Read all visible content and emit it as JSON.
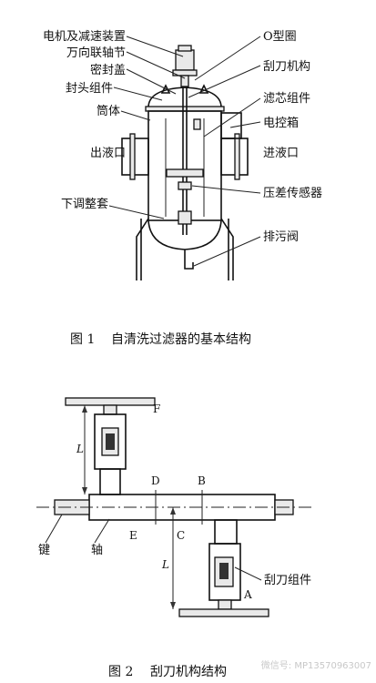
{
  "figure1": {
    "caption_num": "图 1",
    "caption_text": "自清洗过滤器的基本结构",
    "labels_left": {
      "motor": "电机及减速装置",
      "coupling": "万向联轴节",
      "seal_cover": "密封盖",
      "head_assembly": "封头组件",
      "barrel": "筒体",
      "outlet": "出液口",
      "lower_sleeve": "下调整套"
    },
    "labels_right": {
      "o_ring": "O型圈",
      "scraper": "刮刀机构",
      "filter": "滤芯组件",
      "control_box": "电控箱",
      "inlet": "进液口",
      "dp_sensor": "压差传感器",
      "drain_valve": "排污阀"
    }
  },
  "figure2": {
    "caption_num": "图 2",
    "caption_text": "刮刀机构结构",
    "labels": {
      "key": "键",
      "shaft": "轴",
      "scraper_assembly": "刮刀组件",
      "L_top": "L",
      "L_bottom": "L",
      "A": "A",
      "B": "B",
      "C": "C",
      "D": "D",
      "E": "E",
      "F": "F"
    }
  },
  "watermark": "微信号: MP13570963007"
}
